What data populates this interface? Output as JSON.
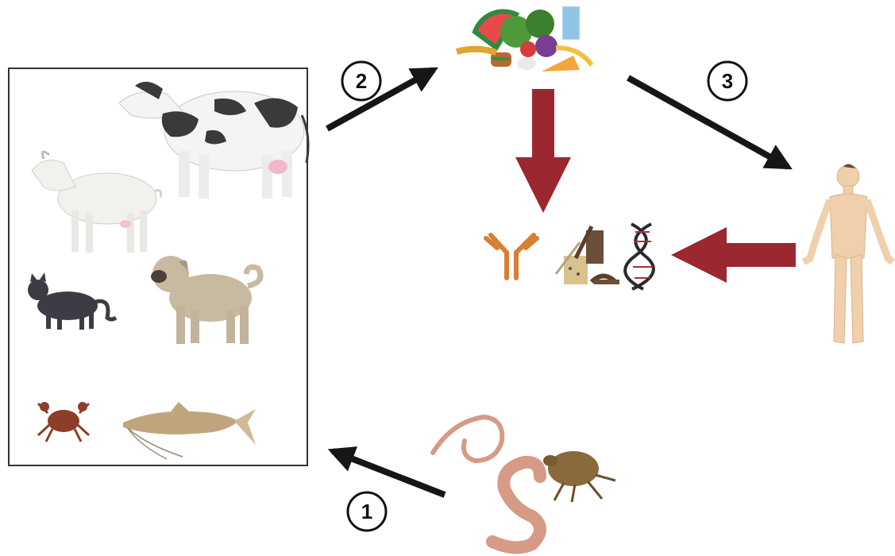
{
  "steps": [
    {
      "id": "1",
      "label": "1"
    },
    {
      "id": "2",
      "label": "2"
    },
    {
      "id": "3",
      "label": "3"
    }
  ],
  "colors": {
    "black_arrow": "#161616",
    "red_arrow": "#9b2730",
    "box_border": "#333333",
    "skin": "#efcfac",
    "worm": "#d69a86",
    "antibody": "#d77f32",
    "dna": "#2a2a2a",
    "dna_red": "#b52b32"
  },
  "icons": {
    "animals": [
      "cow-icon",
      "goat-icon",
      "cat-icon",
      "dog-icon",
      "crab-icon",
      "catfish-icon"
    ],
    "food": "food-pile-icon",
    "human": "human-figure-icon",
    "parasites": [
      "roundworm-icon",
      "worm-icon",
      "flea-icon"
    ],
    "diagnostics": [
      "antibody-icon",
      "microscope-icon",
      "dna-icon"
    ]
  }
}
